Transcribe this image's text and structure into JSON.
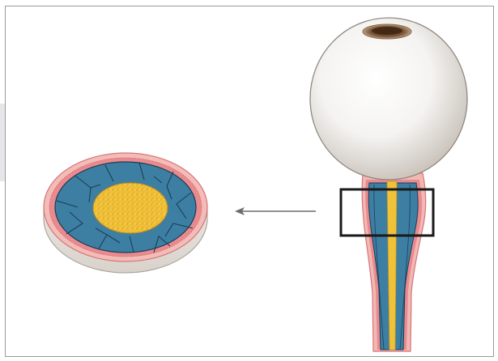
{
  "figure": {
    "labels": [],
    "colors": {
      "frame_border": "#9a9a9a",
      "eyeball_fill": "#f4f3f1",
      "eyeball_shadow": "#cfc9c2",
      "pupil": "#6b4a2a",
      "pupil_rim": "#b89878",
      "sheath_pink": "#e98a8e",
      "sheath_light": "#f6c9c4",
      "nerve_fascicle_blue": "#3c7fa3",
      "septa_dark": "#1d3d55",
      "central_core_yellow": "#f0c23a",
      "core_speckle": "#d99a1c",
      "disc_side": "#eae6e1",
      "highlight_box_stroke": "#1a1a1a",
      "arrow": "#6b6b6b"
    },
    "parts": [
      "eyeball",
      "pupil",
      "optic-nerve",
      "central-vessels",
      "nerve-sheath",
      "highlight-box",
      "direction-arrow",
      "cross-section-disc"
    ]
  }
}
